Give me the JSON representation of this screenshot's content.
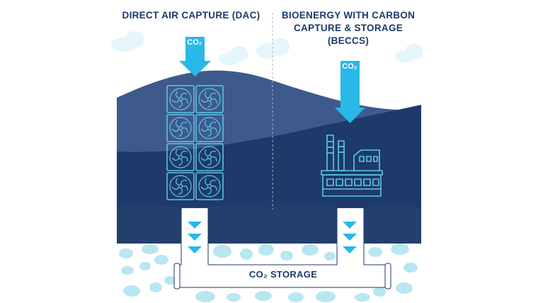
{
  "titles": {
    "dac": "DIRECT AIR CAPTURE (DAC)",
    "beccs_line1": "BIOENERGY WITH CARBON",
    "beccs_line2": "CAPTURE & STORAGE",
    "beccs_line3": "(BECCS)"
  },
  "co2_labels": {
    "dac": "CO₂",
    "beccs": "CO₂"
  },
  "storage": {
    "label": "CO₂ STORAGE"
  },
  "colors": {
    "title_text": "#1d3a6b",
    "arrow": "#29b8e8",
    "cloud": "#e4f6fb",
    "hill_back": "#3e5a8c",
    "hill_mid": "#1d3a6b",
    "ground_dark": "#13305f",
    "ground_band": "#223f6e",
    "fan_stroke": "#5fc8e8",
    "rock": "#b8e6f1",
    "pipe": "#ffffff",
    "pipe_arrow": "#29b8e8"
  },
  "icons": {
    "fan_unit": "fan-icon",
    "power_plant": "factory-icon",
    "down_arrow": "arrow-down-icon"
  }
}
